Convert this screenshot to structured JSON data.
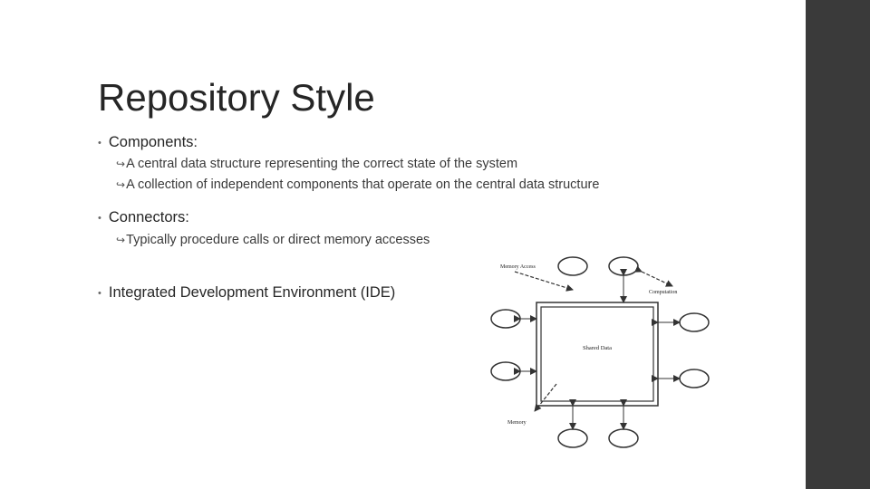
{
  "slide": {
    "title": "Repository Style",
    "bullet_marker": "•",
    "sub_marker": "↪",
    "bullets": [
      {
        "text": "Components:",
        "subs": [
          "A central data structure representing the correct state of the system",
          "A collection of independent components that operate on the central data structure"
        ]
      },
      {
        "text": "Connectors:",
        "subs": [
          "Typically procedure calls or direct memory accesses"
        ]
      },
      {
        "text": "Integrated Development Environment (IDE)",
        "subs": []
      }
    ]
  },
  "diagram": {
    "center_label": "Shared Data",
    "label_memory_access": "Memory Access",
    "label_computation": "Computation",
    "label_memory": "Memory"
  }
}
